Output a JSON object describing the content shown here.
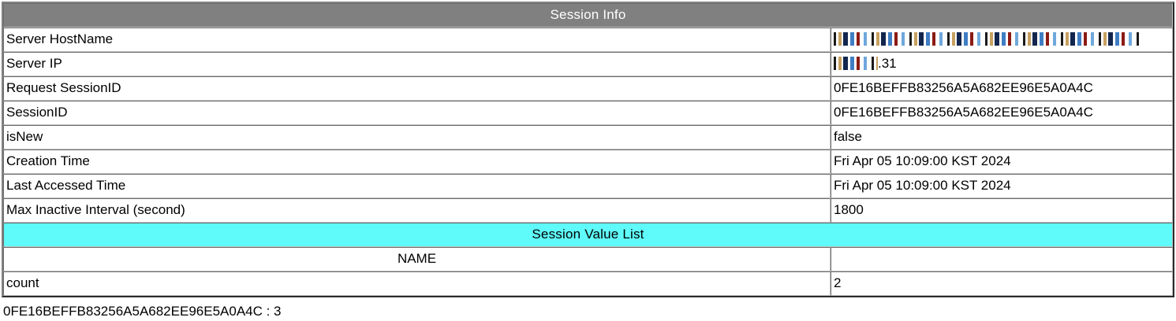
{
  "page": {
    "title": "Session Info"
  },
  "colors": {
    "header_banner_bg": "#808080",
    "header_banner_fg": "#ffffff",
    "section_banner_bg": "#5ffafa",
    "section_banner_fg": "#000000",
    "page_bg": "#ffffff",
    "text": "#000000"
  },
  "session_info": {
    "banner_label": "Session Info",
    "rows": [
      {
        "label": "Server HostName",
        "value": "",
        "redacted": true,
        "redaction": "host"
      },
      {
        "label": "Server IP",
        "value": ".31",
        "redacted": true,
        "redaction": "ip"
      },
      {
        "label": "Request SessionID",
        "value": "0FE16BEFFB83256A5A682EE96E5A0A4C",
        "redacted": false,
        "redaction": ""
      },
      {
        "label": "SessionID",
        "value": "0FE16BEFFB83256A5A682EE96E5A0A4C",
        "redacted": false,
        "redaction": ""
      },
      {
        "label": "isNew",
        "value": "false",
        "redacted": false,
        "redaction": ""
      },
      {
        "label": "Creation Time",
        "value": "Fri Apr 05 10:09:00 KST 2024",
        "redacted": false,
        "redaction": ""
      },
      {
        "label": "Last Accessed Time",
        "value": "Fri Apr 05 10:09:00 KST 2024",
        "redacted": false,
        "redaction": ""
      },
      {
        "label": "Max Inactive Interval (second)",
        "value": "1800",
        "redacted": false,
        "redaction": ""
      }
    ]
  },
  "session_value_list": {
    "banner_label": "Session Value List",
    "columns": [
      "NAME",
      ""
    ],
    "rows": [
      {
        "name": "count",
        "value": "2"
      }
    ]
  },
  "footer": {
    "text": "0FE16BEFFB83256A5A682EE96E5A0A4C : 3"
  }
}
